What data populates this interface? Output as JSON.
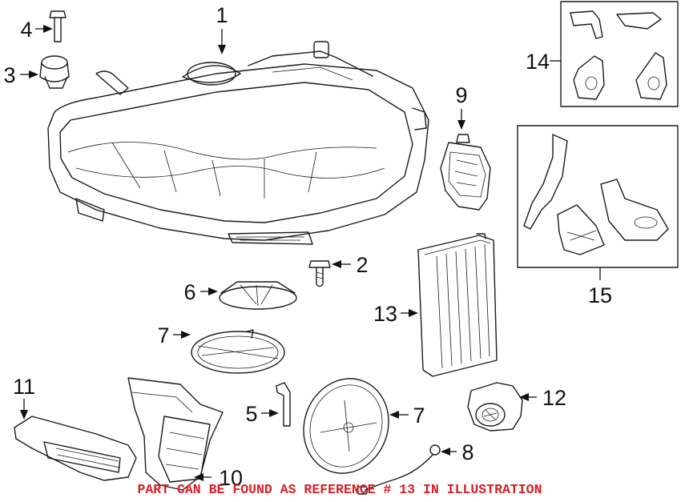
{
  "diagram": {
    "callouts": [
      {
        "id": "1",
        "label": "1"
      },
      {
        "id": "2",
        "label": "2"
      },
      {
        "id": "3",
        "label": "3"
      },
      {
        "id": "4",
        "label": "4"
      },
      {
        "id": "5",
        "label": "5"
      },
      {
        "id": "6",
        "label": "6"
      },
      {
        "id": "7a",
        "label": "7"
      },
      {
        "id": "7b",
        "label": "7"
      },
      {
        "id": "8",
        "label": "8"
      },
      {
        "id": "9",
        "label": "9"
      },
      {
        "id": "10",
        "label": "10"
      },
      {
        "id": "11",
        "label": "11"
      },
      {
        "id": "12",
        "label": "12"
      },
      {
        "id": "13",
        "label": "13"
      },
      {
        "id": "14",
        "label": "14"
      },
      {
        "id": "15",
        "label": "15"
      }
    ],
    "note": "PART CAN BE FOUND AS REFERENCE # 13 IN ILLUSTRATION",
    "colors": {
      "line": "#1a1a1a",
      "note": "#d61f26",
      "background": "#ffffff"
    }
  }
}
